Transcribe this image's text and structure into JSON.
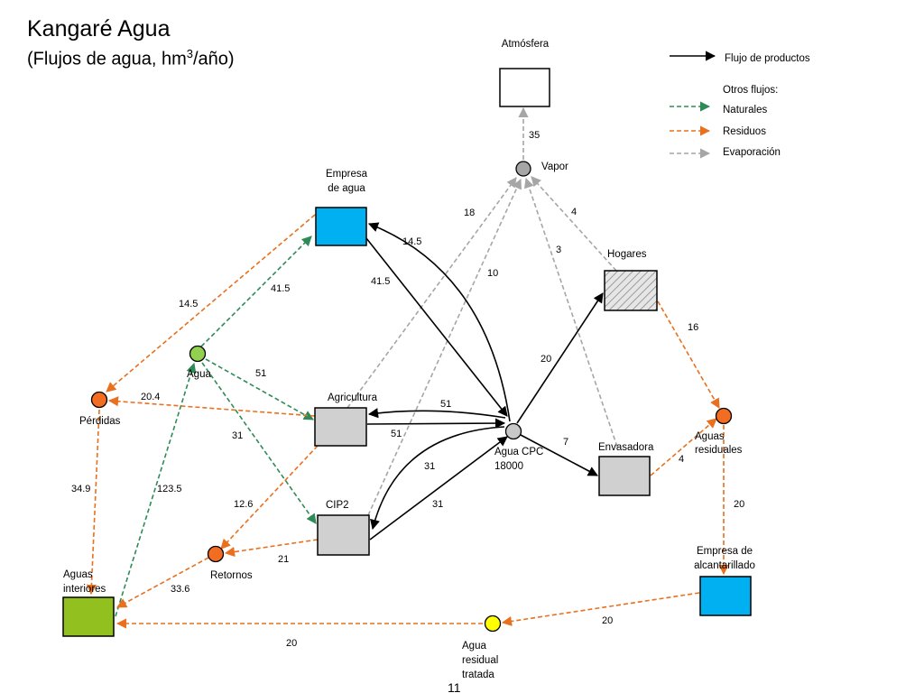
{
  "title": "Kangaré Agua",
  "subtitle_prefix": "(Flujos de agua, hm",
  "subtitle_sup": "3",
  "subtitle_suffix": "/año)",
  "page_number": "11",
  "colors": {
    "product": "#000000",
    "natural": "#2e8b57",
    "waste": "#e8701e",
    "evaporation": "#a6a6a6",
    "blue_box": "#00b0f0",
    "gray_box": "#d0d0d0",
    "green_box": "#92c01e",
    "green_node": "#92d050",
    "orange_node": "#f26d21",
    "yellow_node": "#ffff00",
    "gray_node": "#a6a6a6"
  },
  "legend": {
    "products": "Flujo de productos",
    "others_header": "Otros flujos:",
    "natural": "Naturales",
    "waste": "Residuos",
    "evaporation": "Evaporación"
  },
  "nodes": {
    "atmosfera": "Atmósfera",
    "vapor": "Vapor",
    "empresa_agua_1": "Empresa",
    "empresa_agua_2": "de agua",
    "hogares": "Hogares",
    "agua": "Agua",
    "perdidas": "Pérdidas",
    "agricultura": "Agricultura",
    "agua_cpc_1": "Agua CPC",
    "agua_cpc_2": "18000",
    "envasadora": "Envasadora",
    "aguas_residuales_1": "Aguas",
    "aguas_residuales_2": "residuales",
    "cip2": "CIP2",
    "empresa_alc_1": "Empresa de",
    "empresa_alc_2": "alcantarillado",
    "retornos": "Retornos",
    "aguas_interiores_1": "Aguas",
    "aguas_interiores_2": "interiores",
    "agua_tratada_1": "Agua",
    "agua_tratada_2": "residual",
    "agua_tratada_3": "tratada"
  },
  "flows": {
    "vapor_atmosfera": "35",
    "agric_vapor": "18",
    "cip2_vapor": "10",
    "hogares_vapor": "4",
    "envasadora_vapor": "3",
    "agua_empresa": "41.5",
    "cpc_empresa": "14.5",
    "empresa_cpc": "41.5",
    "empresa_perdidas": "14.5",
    "agua_agric": "51",
    "agua_cip2": "31",
    "agric_perdidas": "20.4",
    "cpc_agric": "51",
    "agric_cpc": "51",
    "cpc_cip2": "31",
    "cip2_cpc": "31",
    "cpc_hogares": "20",
    "cpc_envasadora": "7",
    "hogares_residuales": "16",
    "envasadora_residuales": "4",
    "residuales_alc": "20",
    "agric_retornos": "12.6",
    "cip2_retornos": "21",
    "perdidas_interiores": "34.9",
    "interiores_agua": "123.5",
    "retornos_interiores": "33.6",
    "alc_tratada": "20",
    "tratada_interiores": "20"
  }
}
